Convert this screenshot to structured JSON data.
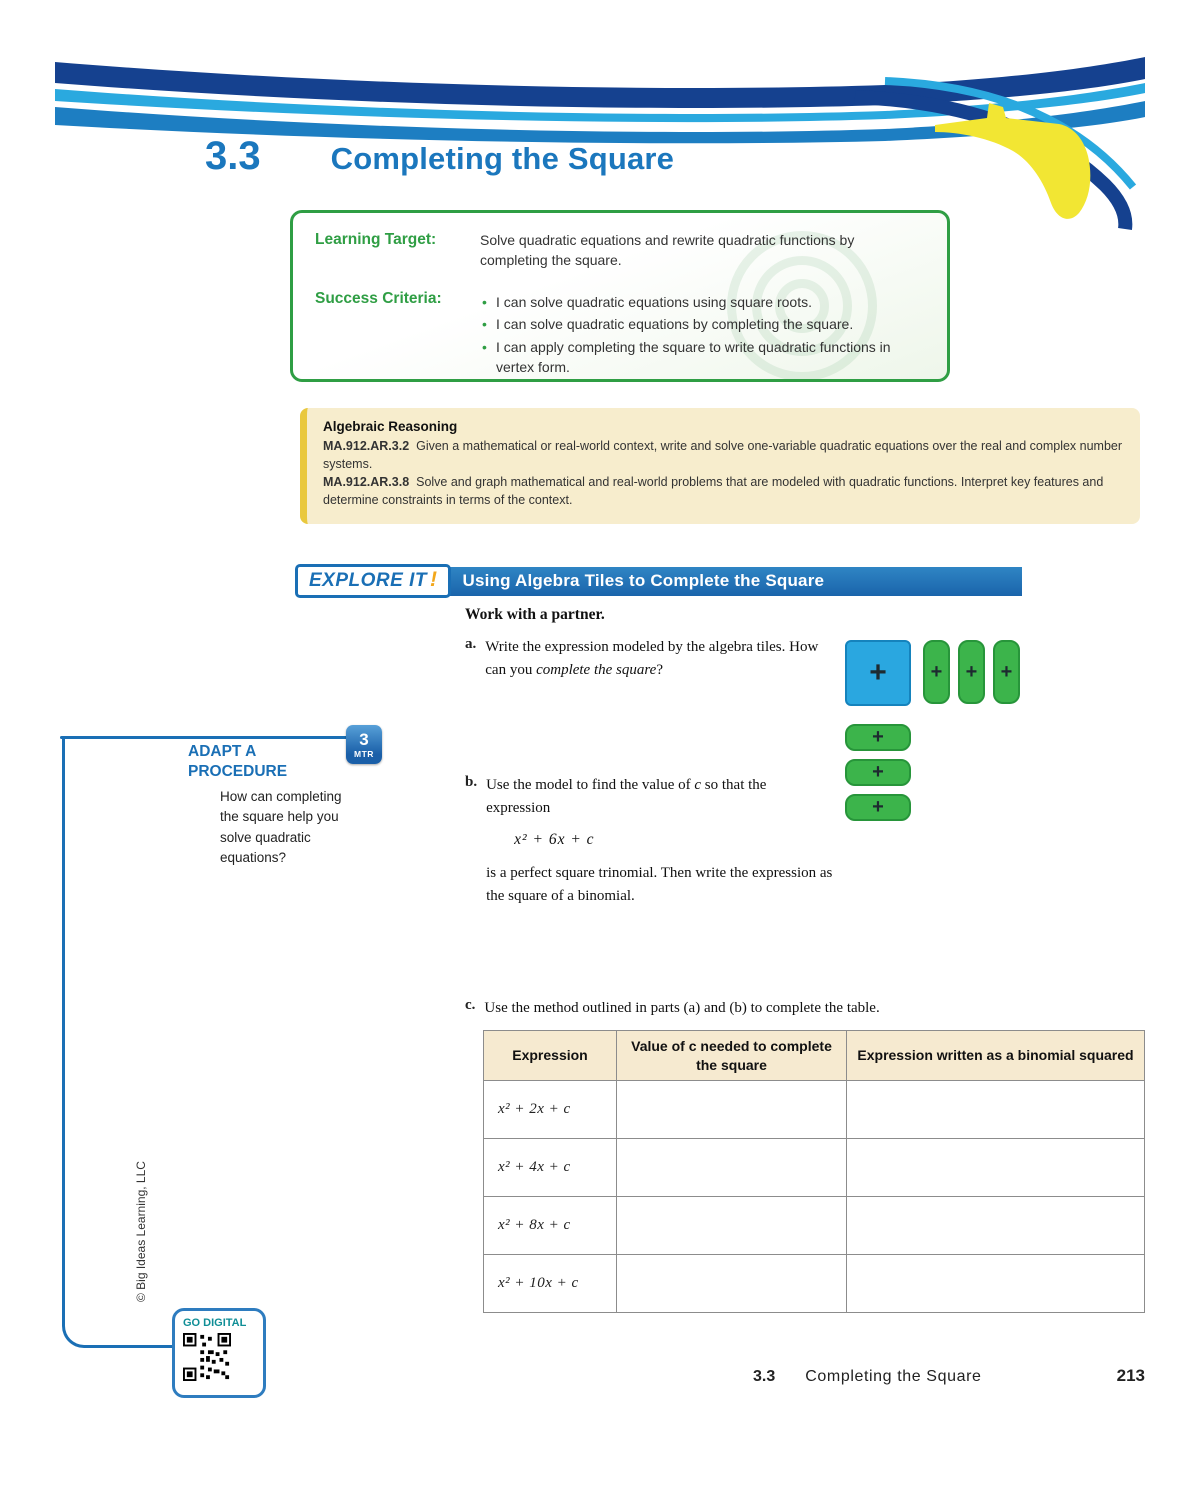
{
  "colors": {
    "accent_blue": "#1b77bd",
    "green": "#2f9e44",
    "tile_blue": "#2aa7e0",
    "tile_green": "#3cb44b",
    "standards_tan": "#f7edcd",
    "florida_yellow": "#f2e633",
    "bar_blue": "#1a6fb5",
    "explore_bang_orange": "#f2a71b",
    "go_digital_teal": "#0f8e96"
  },
  "page": {
    "section_number": "3.3",
    "title": "Completing the Square",
    "copyright": "© Big Ideas Learning, LLC",
    "go_digital_label": "GO DIGITAL",
    "footer": {
      "section": "3.3",
      "title": "Completing the Square",
      "page_number": "213"
    }
  },
  "learning_box": {
    "target_label": "Learning Target:",
    "target_text": "Solve quadratic equations and rewrite quadratic functions by completing the square.",
    "criteria_label": "Success Criteria:",
    "criteria": [
      "I can solve quadratic equations using square roots.",
      "I can solve quadratic equations by completing the square.",
      "I can apply completing the square to write quadratic functions in vertex form."
    ]
  },
  "standards": {
    "title": "Algebraic Reasoning",
    "items": [
      {
        "code": "MA.912.AR.3.2",
        "text": "Given a mathematical or real-world context, write and solve one-variable quadratic equations over the real and complex number systems."
      },
      {
        "code": "MA.912.AR.3.8",
        "text": "Solve and graph mathematical and real-world problems that are modeled with quadratic functions. Interpret key features and determine constraints in terms of the context."
      }
    ]
  },
  "explore": {
    "badge_text": "EXPLORE IT",
    "badge_mark": "!",
    "header": "Using Algebra Tiles to Complete the Square",
    "intro": "Work with a partner.",
    "part_a": {
      "label": "a.",
      "text_1": "Write the expression modeled by the algebra tiles. How can you ",
      "italic_text": "complete the square",
      "text_2": "?"
    },
    "part_b": {
      "label": "b.",
      "text_1": "Use the model to find the value of ",
      "italic_c": "c",
      "text_2": " so that the expression",
      "expression": "x² + 6x + c",
      "text_3": "is a perfect square trinomial. Then write the expression as the square of a binomial."
    },
    "part_c": {
      "label": "c.",
      "text": "Use the method outlined in parts (a) and (b) to complete the table."
    },
    "tiles": {
      "big_label": "+",
      "vertical_labels": [
        "+",
        "+",
        "+"
      ],
      "horizontal_labels": [
        "+",
        "+",
        "+"
      ]
    }
  },
  "sidebar": {
    "adapt_line1": "ADAPT A",
    "adapt_line2": "PROCEDURE",
    "mtr_number": "3",
    "mtr_label": "MTR",
    "question": "How can completing the square help you solve quadratic equations?"
  },
  "table": {
    "headers": [
      "Expression",
      "Value of c needed to complete the square",
      "Expression written as a binomial squared"
    ],
    "rows": [
      {
        "expression": "x² + 2x + c"
      },
      {
        "expression": "x² + 4x + c"
      },
      {
        "expression": "x² + 8x + c"
      },
      {
        "expression": "x² + 10x + c"
      }
    ]
  }
}
